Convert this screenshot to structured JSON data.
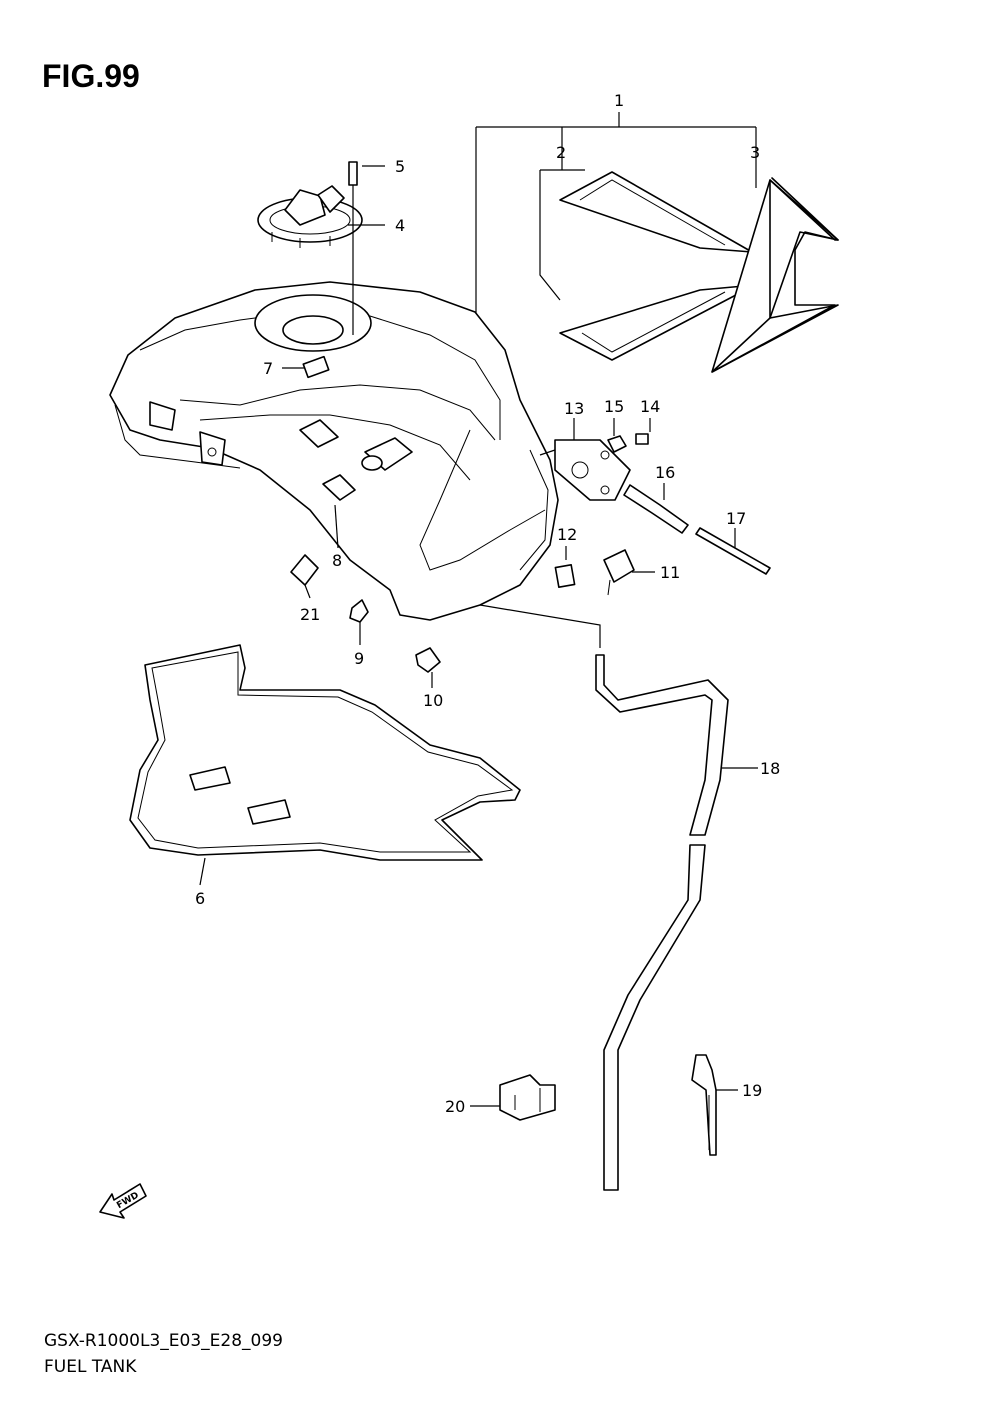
{
  "figure_title": "FIG.99",
  "footer": {
    "model_code": "GSX-R1000L3_E03_E28_099",
    "section_name": "FUEL TANK"
  },
  "fwd_label": "FWD",
  "callouts": [
    "1",
    "2",
    "3",
    "4",
    "5",
    "6",
    "7",
    "8",
    "9",
    "10",
    "11",
    "12",
    "13",
    "14",
    "15",
    "16",
    "17",
    "18",
    "19",
    "20",
    "21"
  ]
}
